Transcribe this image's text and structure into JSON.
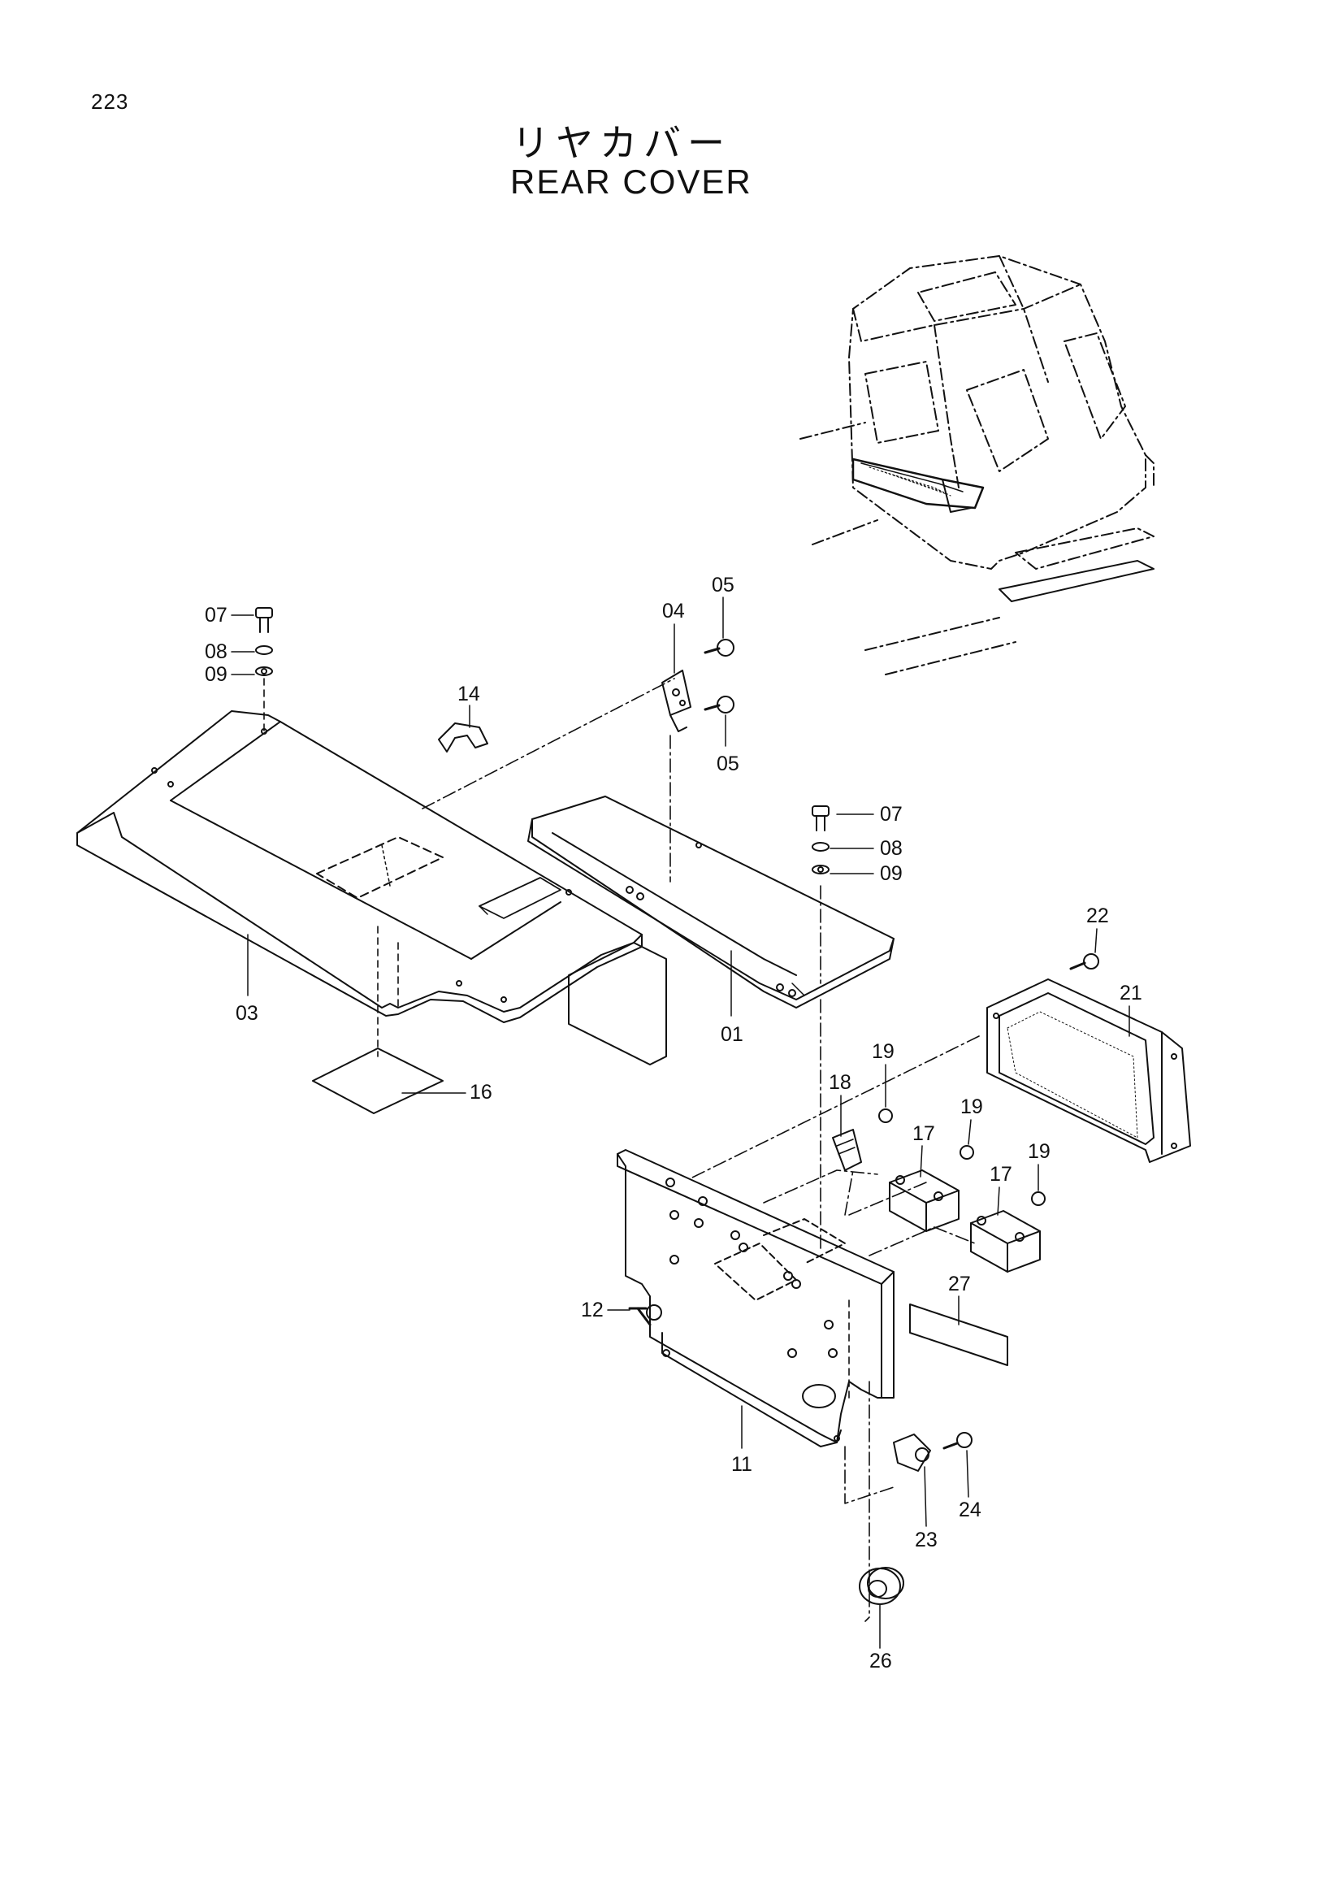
{
  "page_number": "223",
  "title_jp": "リヤカバー",
  "title_en": "REAR COVER",
  "callouts": [
    {
      "id": "c07a",
      "label": "07"
    },
    {
      "id": "c08a",
      "label": "08"
    },
    {
      "id": "c09a",
      "label": "09"
    },
    {
      "id": "c14",
      "label": "14"
    },
    {
      "id": "c04",
      "label": "04"
    },
    {
      "id": "c05a",
      "label": "05"
    },
    {
      "id": "c05b",
      "label": "05"
    },
    {
      "id": "c07b",
      "label": "07"
    },
    {
      "id": "c08b",
      "label": "08"
    },
    {
      "id": "c09b",
      "label": "09"
    },
    {
      "id": "c03",
      "label": "03"
    },
    {
      "id": "c01",
      "label": "01"
    },
    {
      "id": "c16",
      "label": "16"
    },
    {
      "id": "c22",
      "label": "22"
    },
    {
      "id": "c21",
      "label": "21"
    },
    {
      "id": "c19a",
      "label": "19"
    },
    {
      "id": "c18",
      "label": "18"
    },
    {
      "id": "c19b",
      "label": "19"
    },
    {
      "id": "c17a",
      "label": "17"
    },
    {
      "id": "c19c",
      "label": "19"
    },
    {
      "id": "c17b",
      "label": "17"
    },
    {
      "id": "c27",
      "label": "27"
    },
    {
      "id": "c12",
      "label": "12"
    },
    {
      "id": "c11",
      "label": "11"
    },
    {
      "id": "c24",
      "label": "24"
    },
    {
      "id": "c23",
      "label": "23"
    },
    {
      "id": "c26",
      "label": "26"
    }
  ]
}
